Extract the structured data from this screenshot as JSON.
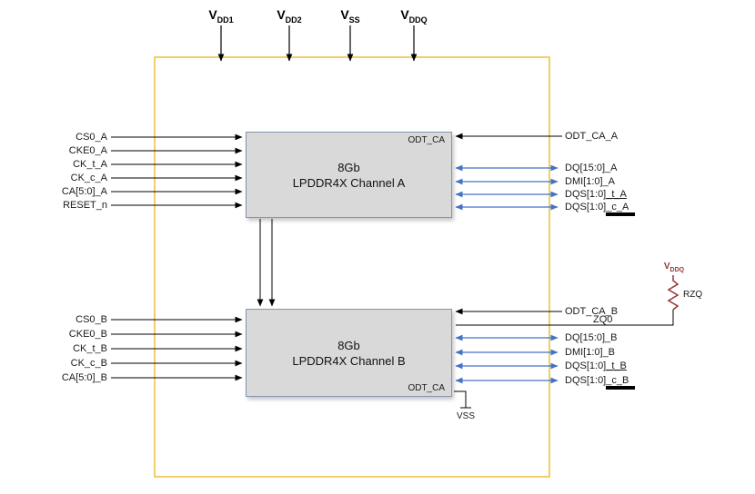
{
  "power_pins": [
    {
      "main": "V",
      "sub": "DD1"
    },
    {
      "main": "V",
      "sub": "DD2"
    },
    {
      "main": "V",
      "sub": "SS"
    },
    {
      "main": "V",
      "sub": "DDQ"
    }
  ],
  "channel_a": {
    "density": "8Gb",
    "title": "LPDDR4X Channel A",
    "odt_pin": "ODT_CA",
    "inputs": [
      "CS0_A",
      "CKE0_A",
      "CK_t_A",
      "CK_c_A",
      "CA[5:0]_A",
      "RESET_n"
    ],
    "odt_signal": "ODT_CA_A",
    "dq": "DQ[15:0]_A",
    "dmi": "DMI[1:0]_A",
    "dqs_t_base": "DQS[1:0]",
    "dqs_t_tail": "_t_A",
    "dqs_c_base": "DQS[1:0]",
    "dqs_c_tail": "_c_A"
  },
  "channel_b": {
    "density": "8Gb",
    "title": "LPDDR4X Channel B",
    "odt_pin": "ODT_CA",
    "inputs": [
      "CS0_B",
      "CKE0_B",
      "CK_t_B",
      "CK_c_B",
      "CA[5:0]_B"
    ],
    "odt_signal": "ODT_CA_B",
    "dq": "DQ[15:0]_B",
    "dmi": "DMI[1:0]_B",
    "dqs_t_base": "DQS[1:0]",
    "dqs_t_tail": "_t_B",
    "dqs_c_base": "DQS[1:0]",
    "dqs_c_tail": "_c_B",
    "vss_label": "VSS"
  },
  "zq": {
    "pin": "ZQ0",
    "resistor": "RZQ",
    "rail_main": "V",
    "rail_sub": "DDQ"
  },
  "colors": {
    "package_border": "#ecc440",
    "block_fill": "#d9d9d9",
    "block_border": "#8496b0",
    "signal_blue": "#4472c4",
    "resistor": "#943634"
  }
}
